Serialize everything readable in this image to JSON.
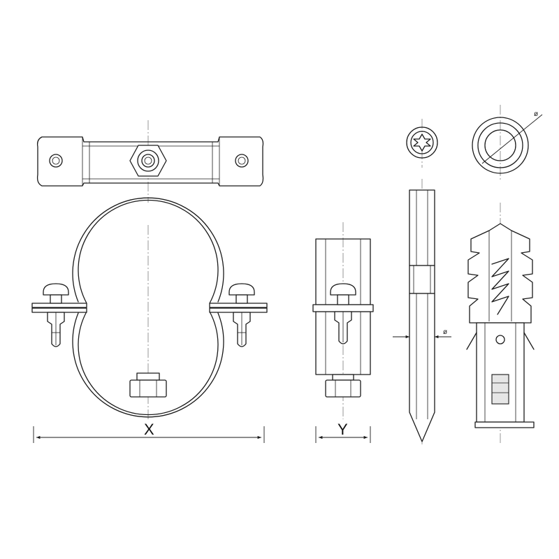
{
  "dimensions": {
    "x_label": "X",
    "y_label": "Y",
    "diameter_symbol_rod": "ø",
    "diameter_symbol_plug": "ø"
  },
  "colors": {
    "line": "#1a1a1a",
    "centerline": "#6b6b6b",
    "background": "#ffffff"
  }
}
